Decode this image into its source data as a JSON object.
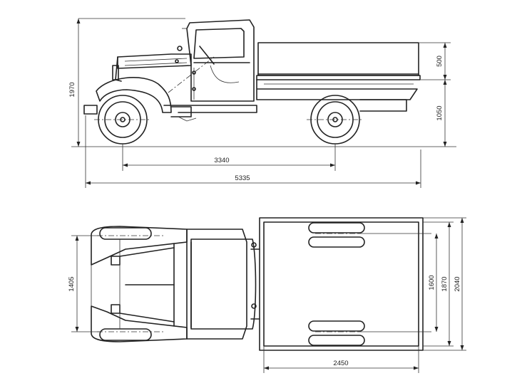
{
  "side_view": {
    "dim_total_height": "1970",
    "dim_body_height": "500",
    "dim_floor_height": "1050",
    "dim_wheelbase": "3340",
    "dim_overall_length": "5335"
  },
  "top_view": {
    "dim_front_track": "1405",
    "dim_rear_track": "1600",
    "dim_body_inner_width": "1870",
    "dim_overall_width": "2040",
    "dim_body_length": "2450"
  }
}
